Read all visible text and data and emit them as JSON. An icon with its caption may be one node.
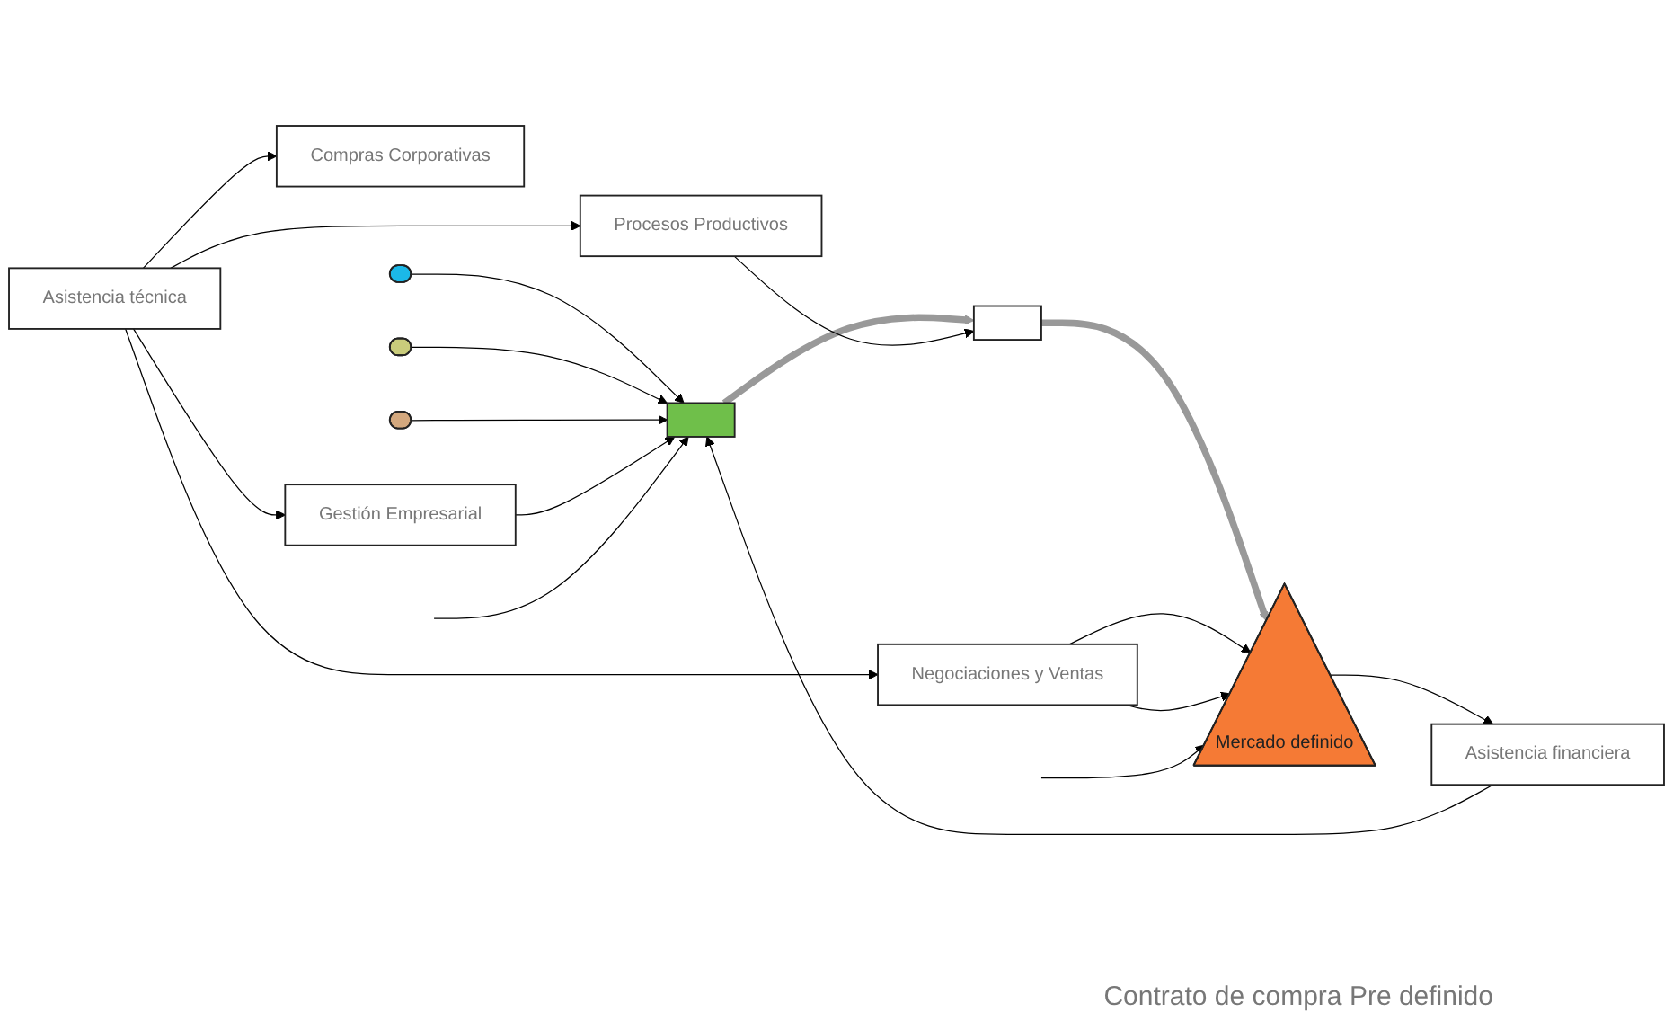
{
  "diagram": {
    "nodes": [
      {
        "text": [
          "Asistencia técnica"
        ]
      },
      {
        "text": [
          "Compras Corporativas"
        ]
      },
      {
        "text": [
          "Gestión Empresarial"
        ]
      },
      {
        "text": [
          "Procesos Productivos"
        ]
      },
      {
        "text": [
          "Negociaciones y Ventas"
        ]
      },
      {
        "text": [],
        "shape": "ellipse"
      },
      {
        "text": [],
        "shape": "ellipse"
      },
      {
        "text": [],
        "shape": "ellipse"
      },
      {
        "text": [],
        "shape": "box"
      },
      {
        "text": [],
        "shape": "box"
      },
      {
        "text": [
          "Mercado definido"
        ]
      },
      {
        "text": [
          "Asistencia financiera"
        ]
      }
    ],
    "edges": [
      {
        "from": 0,
        "to": 1,
        "arrow": "to"
      },
      {
        "from": 0,
        "to": 2,
        "arrow": "to"
      },
      {
        "from": 0,
        "to": 3,
        "arrow": "to"
      },
      {
        "from": 0,
        "to": 4,
        "arrow": "to"
      },
      {
        "from": 5,
        "to": 8,
        "arrow": "to"
      },
      {
        "from": 6,
        "to": 8,
        "arrow": "to"
      },
      {
        "from": 7,
        "to": 8,
        "arrow": "to"
      },
      {
        "from": 2,
        "to": 8,
        "arrow": "to"
      },
      {
        "from": null,
        "to": 8,
        "arrow": "to"
      },
      {
        "from": 11,
        "to": 8,
        "arrow": "to"
      },
      {
        "from": 8,
        "to": 9,
        "arrow": "to",
        "style": "thick",
        "color": "#999999"
      },
      {
        "from": 3,
        "to": 9,
        "arrow": "to"
      },
      {
        "from": 9,
        "to": 10,
        "arrow": "to",
        "style": "thick",
        "color": "#999999"
      },
      {
        "from": 4,
        "to": 10,
        "arrow": "to"
      },
      {
        "from": 4,
        "to": 10,
        "arrow": "to"
      },
      {
        "from": null,
        "to": 10,
        "arrow": "to"
      },
      {
        "from": 10,
        "to": 11,
        "arrow": "to"
      }
    ],
    "labels": [
      "Contrato de compra Pre definido"
    ]
  }
}
